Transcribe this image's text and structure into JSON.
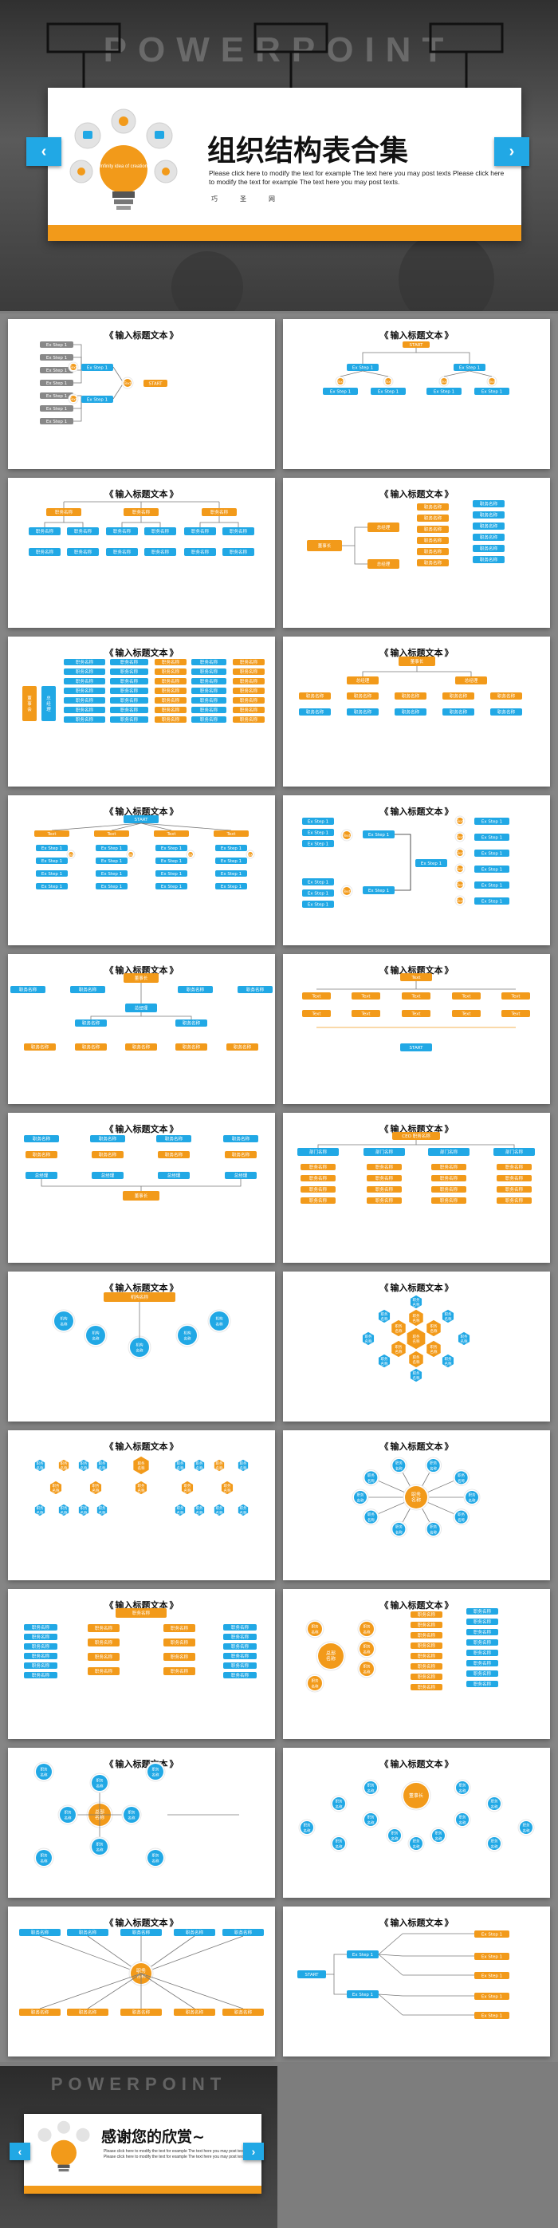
{
  "cover": {
    "bg_word": "POWERPOINT",
    "title": "组织结构表合集",
    "subtitle": "Please click here to modify the text for example The text here you may post texts Please click here to modify the text for example The text here you may post texts.",
    "author_chars": [
      "巧",
      "圣",
      "网"
    ],
    "prev_arrow": "‹",
    "next_arrow": "›",
    "bulb_text": "Infinity idea of creation",
    "accent": "#f29a1a",
    "blue": "#21a8e5"
  },
  "slides": [
    {
      "title": "输入标题文本",
      "kind": "tree-left"
    },
    {
      "title": "输入标题文本",
      "kind": "tree-down-small"
    },
    {
      "title": "输入标题文本",
      "kind": "three-groups"
    },
    {
      "title": "输入标题文本",
      "kind": "chairman-right"
    },
    {
      "title": "输入标题文本",
      "kind": "board-table"
    },
    {
      "title": "输入标题文本",
      "kind": "chairman-down"
    },
    {
      "title": "输入标题文本",
      "kind": "grid-arrows"
    },
    {
      "title": "输入标题文本",
      "kind": "flow-lr"
    },
    {
      "title": "输入标题文本",
      "kind": "chairman-mid"
    },
    {
      "title": "输入标题文本",
      "kind": "timeline"
    },
    {
      "title": "输入标题文本",
      "kind": "chairman-bottom"
    },
    {
      "title": "输入标题文本",
      "kind": "ceo-cols"
    },
    {
      "title": "输入标题文本",
      "kind": "circles"
    },
    {
      "title": "输入标题文本",
      "kind": "hex-center"
    },
    {
      "title": "输入标题文本",
      "kind": "hex-row"
    },
    {
      "title": "输入标题文本",
      "kind": "radial"
    },
    {
      "title": "输入标题文本",
      "kind": "list-cols"
    },
    {
      "title": "输入标题文本",
      "kind": "general-circle"
    },
    {
      "title": "输入标题文本",
      "kind": "circle-net"
    },
    {
      "title": "输入标题文本",
      "kind": "chairman-circles"
    },
    {
      "title": "输入标题文本",
      "kind": "fan"
    },
    {
      "title": "输入标题文本",
      "kind": "tree-right"
    }
  ],
  "labels": {
    "job": "职务名称",
    "chairman": "董事长",
    "gm": "总经理",
    "dept": "部门名称",
    "ceo": "CEO 职务名称",
    "org": "机构名称",
    "org2": "机构\n名称",
    "job2": "职务\n名称",
    "gen": "总部\n名称",
    "board": "董\n事\n会",
    "manager": "总\n经\n理",
    "step": "Ex Step 1",
    "start": "START",
    "item": "Text"
  },
  "ending": {
    "bg_word": "POWERPOINT",
    "title": "感谢您的欣赏~",
    "subtitle": "Please click here to modify the text for example The text here you may post texts Please click here to modify the text for example The text here you may post texts."
  }
}
